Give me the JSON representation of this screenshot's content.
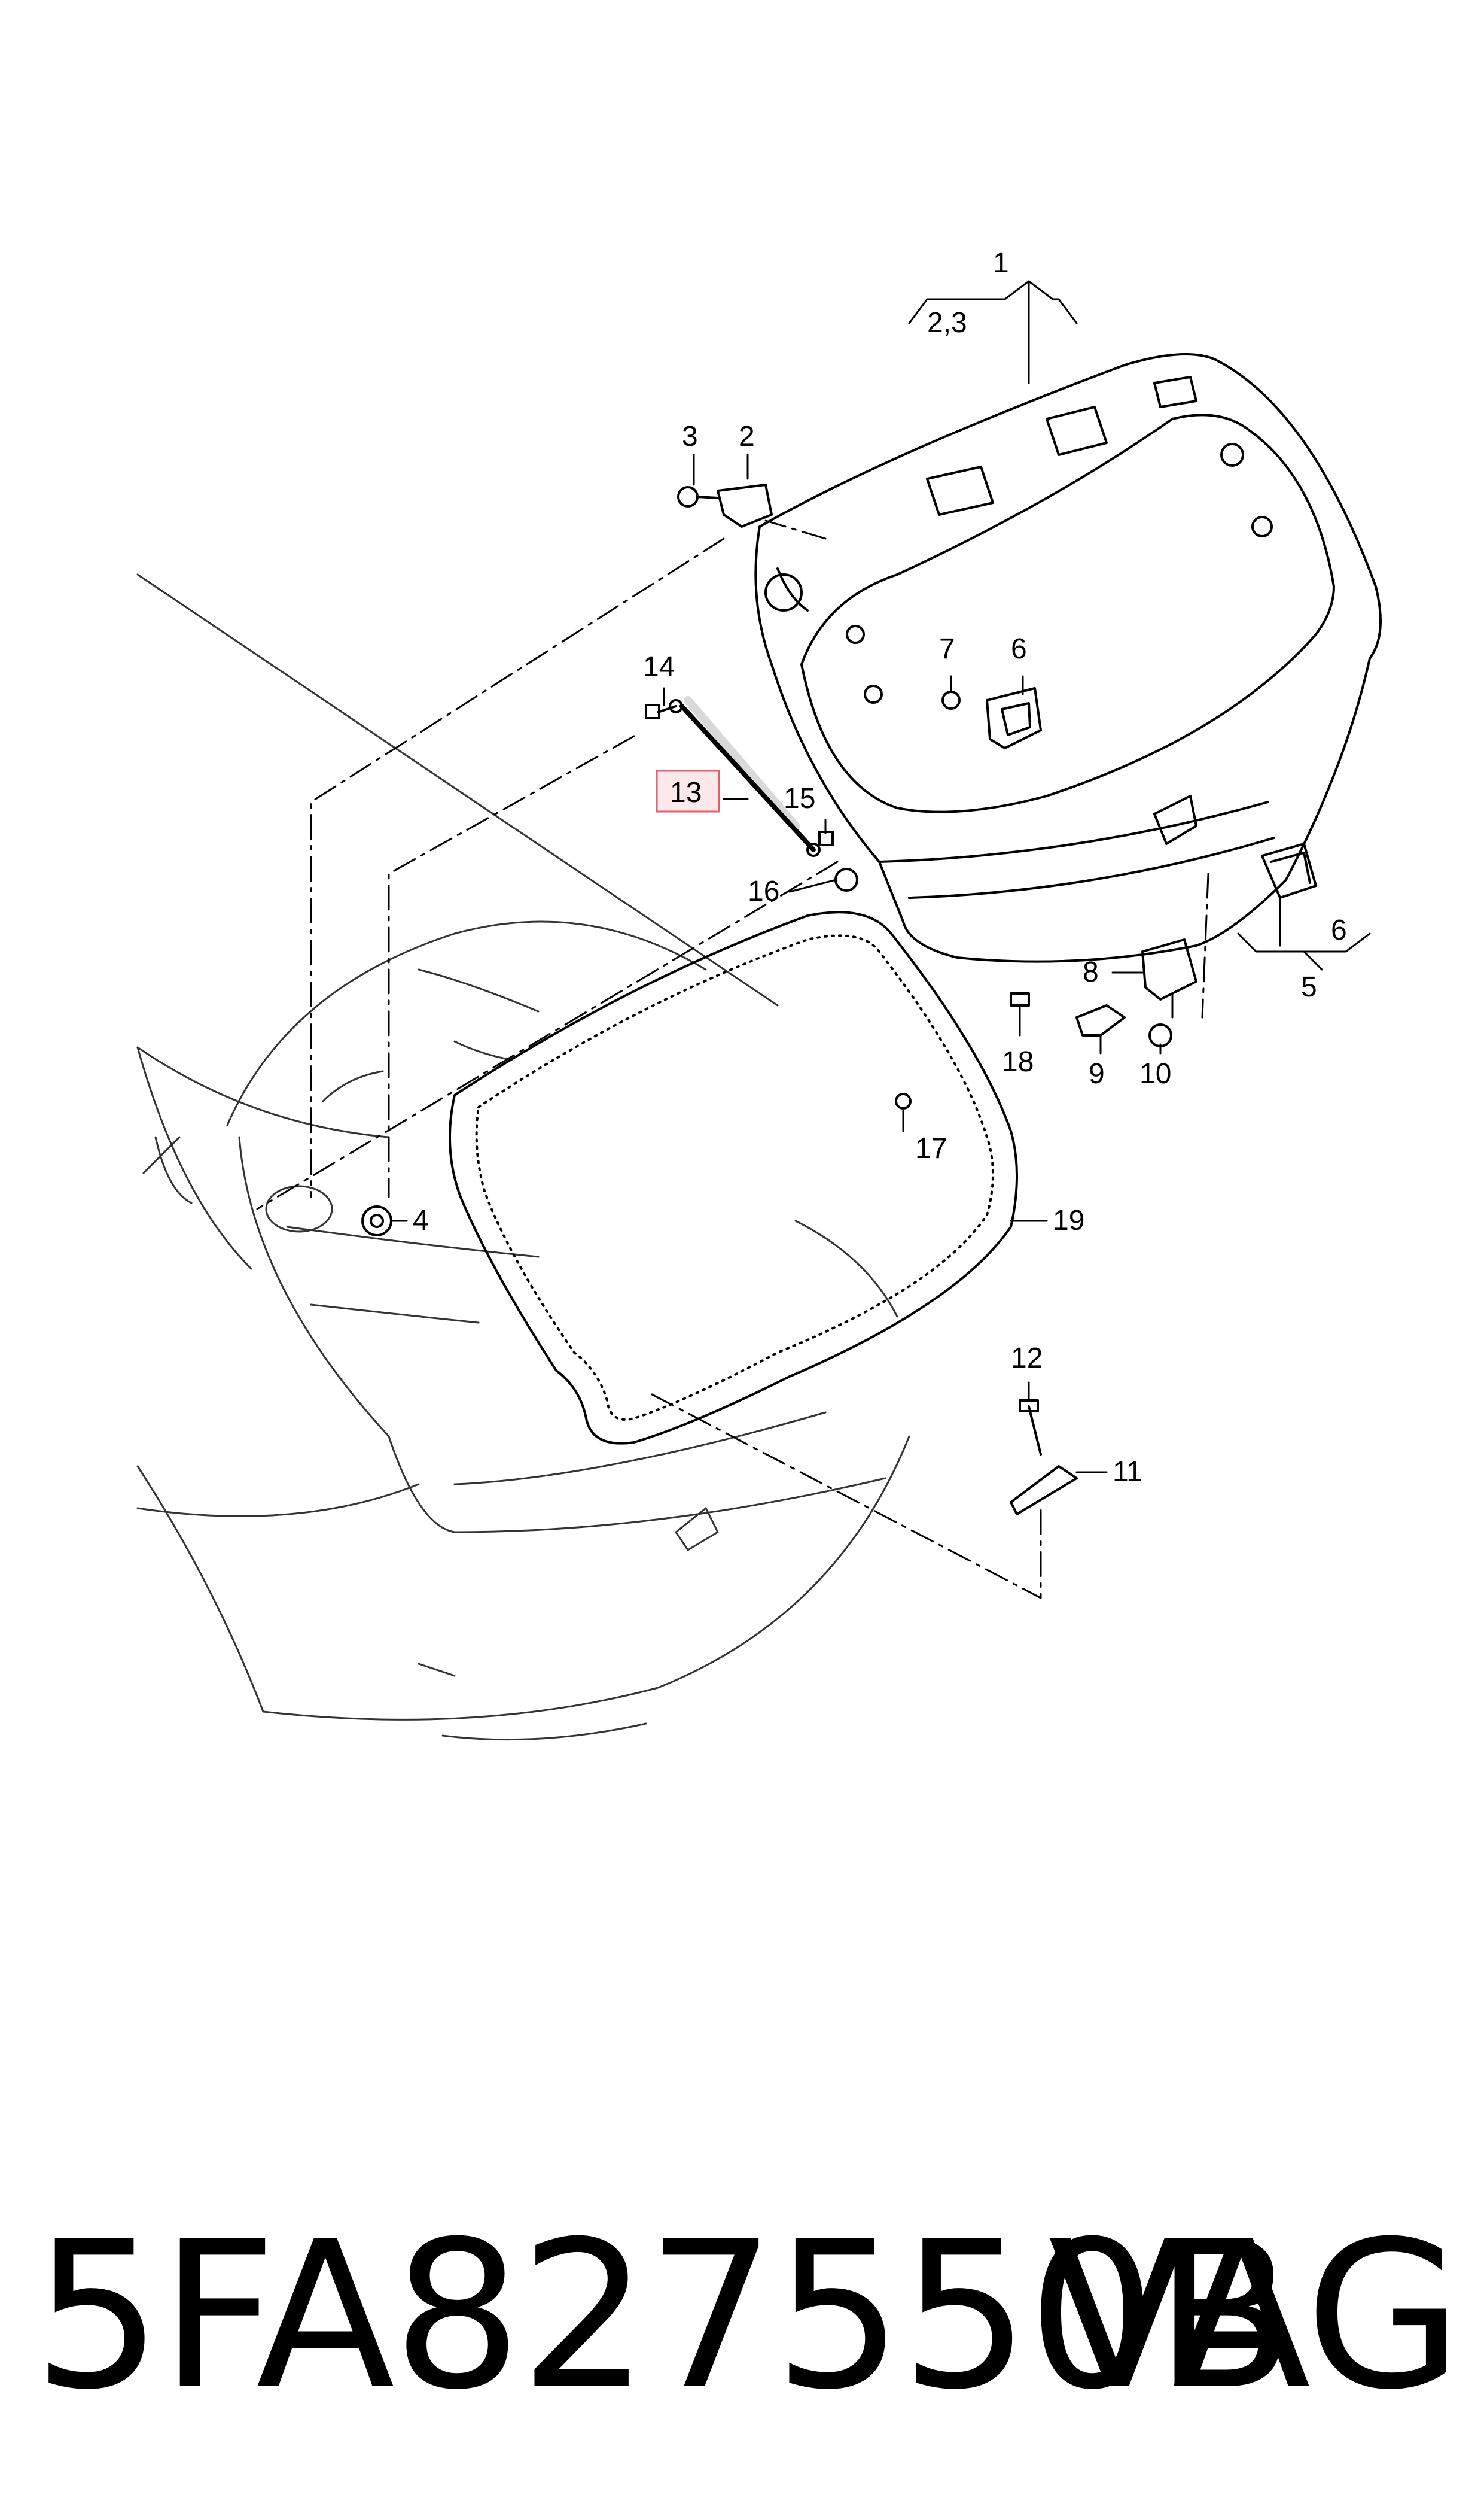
{
  "diagram": {
    "callouts": [
      {
        "id": "c1",
        "label": "1"
      },
      {
        "id": "c23",
        "label": "2,3"
      },
      {
        "id": "c2",
        "label": "2"
      },
      {
        "id": "c3",
        "label": "3"
      },
      {
        "id": "c4",
        "label": "4"
      },
      {
        "id": "c5",
        "label": "5"
      },
      {
        "id": "c6",
        "label": "6"
      },
      {
        "id": "c6b",
        "label": "6"
      },
      {
        "id": "c7",
        "label": "7"
      },
      {
        "id": "c8",
        "label": "8"
      },
      {
        "id": "c9",
        "label": "9"
      },
      {
        "id": "c10",
        "label": "10"
      },
      {
        "id": "c11",
        "label": "11"
      },
      {
        "id": "c12",
        "label": "12"
      },
      {
        "id": "c13",
        "label": "13"
      },
      {
        "id": "c14",
        "label": "14"
      },
      {
        "id": "c15",
        "label": "15"
      },
      {
        "id": "c16",
        "label": "16"
      },
      {
        "id": "c17",
        "label": "17"
      },
      {
        "id": "c18",
        "label": "18"
      },
      {
        "id": "c19",
        "label": "19"
      }
    ],
    "highlighted_part": "13",
    "highlight_color": "#e06070"
  },
  "footer": {
    "part_number": "5FA827550B",
    "brand": "VAG"
  }
}
